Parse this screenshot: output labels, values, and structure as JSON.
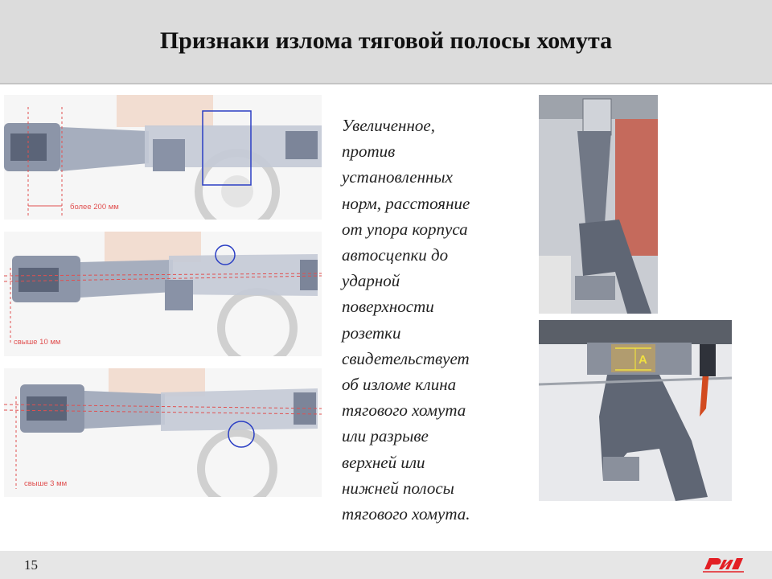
{
  "slide": {
    "title": "Признаки излома тяговой полосы хомута",
    "description": "Увеличенное,\nпротив\nустановленных\nнорм,  расстояние\nот упора корпуса\nавтосцепки до\nударной\nповерхности\nрозетки\nсвидетельствует\nоб изломе клина\nтягового хомута\nили разрыве\nверхней или\nнижней полосы\nтягового хомута.",
    "page_number": "15",
    "logo_icon": "rzd-logo-icon",
    "accent_color": "#e31e24"
  },
  "diagrams": {
    "top_label": "более 200 мм",
    "middle_label": "свыше 10 мм",
    "bottom_label": "свыше 3 мм",
    "detail_label": "А"
  }
}
